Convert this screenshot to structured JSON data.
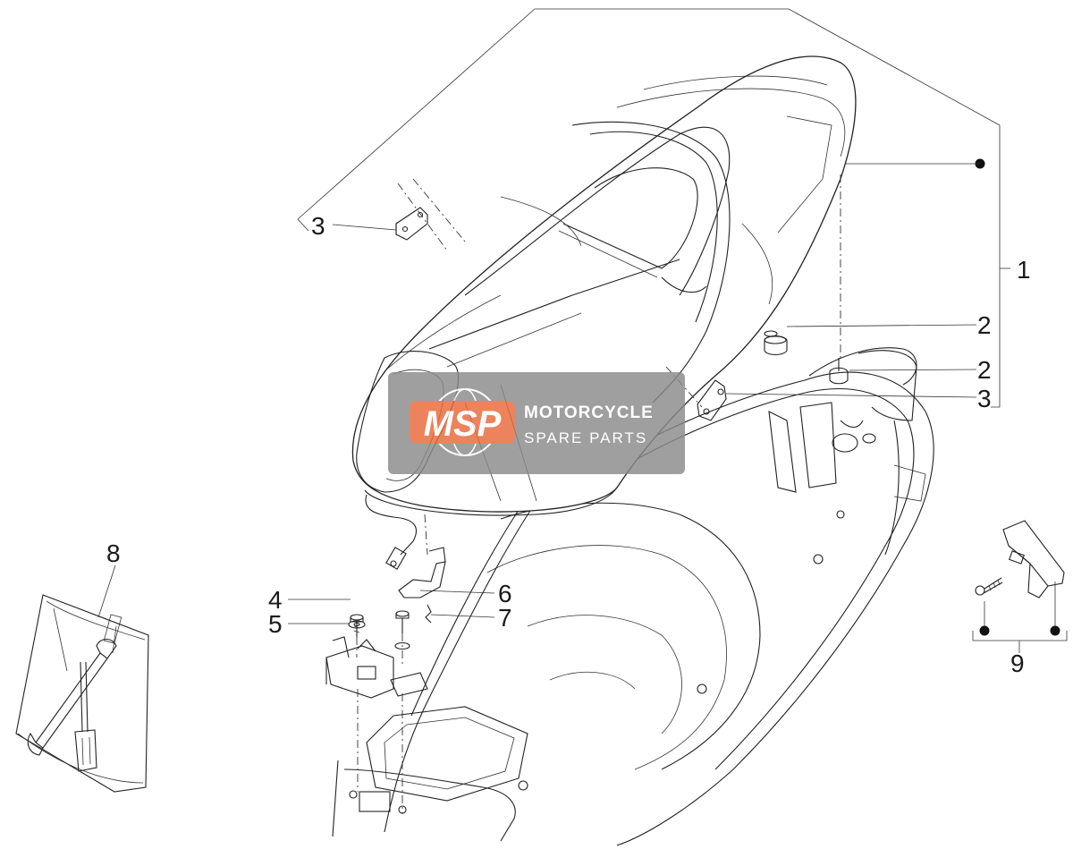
{
  "watermark": {
    "logo": "MSP",
    "title": "MOTORCYCLE",
    "subtitle": "SPARE PARTS",
    "logo_color": "#e8693a",
    "panel_color": "#8a8a8a"
  },
  "callouts": {
    "c1": "1",
    "c2a": "2",
    "c2b": "2",
    "c3a": "3",
    "c3b": "3",
    "c4": "4",
    "c5": "5",
    "c6": "6",
    "c7": "7",
    "c8": "8",
    "c9": "9"
  },
  "colors": {
    "line": "#222222",
    "background": "#ffffff"
  }
}
